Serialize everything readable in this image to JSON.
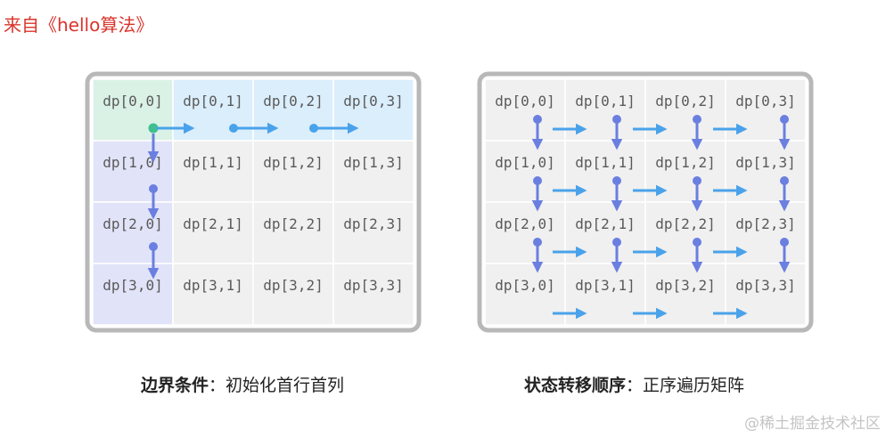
{
  "header": {
    "source": "来自《hello算法》"
  },
  "grid_labels": [
    [
      "dp[0,0]",
      "dp[0,1]",
      "dp[0,2]",
      "dp[0,3]"
    ],
    [
      "dp[1,0]",
      "dp[1,1]",
      "dp[1,2]",
      "dp[1,3]"
    ],
    [
      "dp[2,0]",
      "dp[2,1]",
      "dp[2,2]",
      "dp[2,3]"
    ],
    [
      "dp[3,0]",
      "dp[3,1]",
      "dp[3,2]",
      "dp[3,3]"
    ]
  ],
  "left_panel": {
    "caption_bold": "边界条件",
    "caption_rest": "：初始化首行首列"
  },
  "right_panel": {
    "caption_bold": "状态转移顺序",
    "caption_rest": "：正序遍历矩阵"
  },
  "watermark": "@稀土掘金技术社区",
  "colors": {
    "cell_bg": "#f0f0f0",
    "first_row_bg": "#dbeefc",
    "first_col_bg": "#e1e3f8",
    "origin_bg": "#daf1e6",
    "arrow_right": "#4aa2ea",
    "arrow_down": "#6a7fe0",
    "origin_dot": "#3fbf8f",
    "frame": "#b8b8b8"
  }
}
